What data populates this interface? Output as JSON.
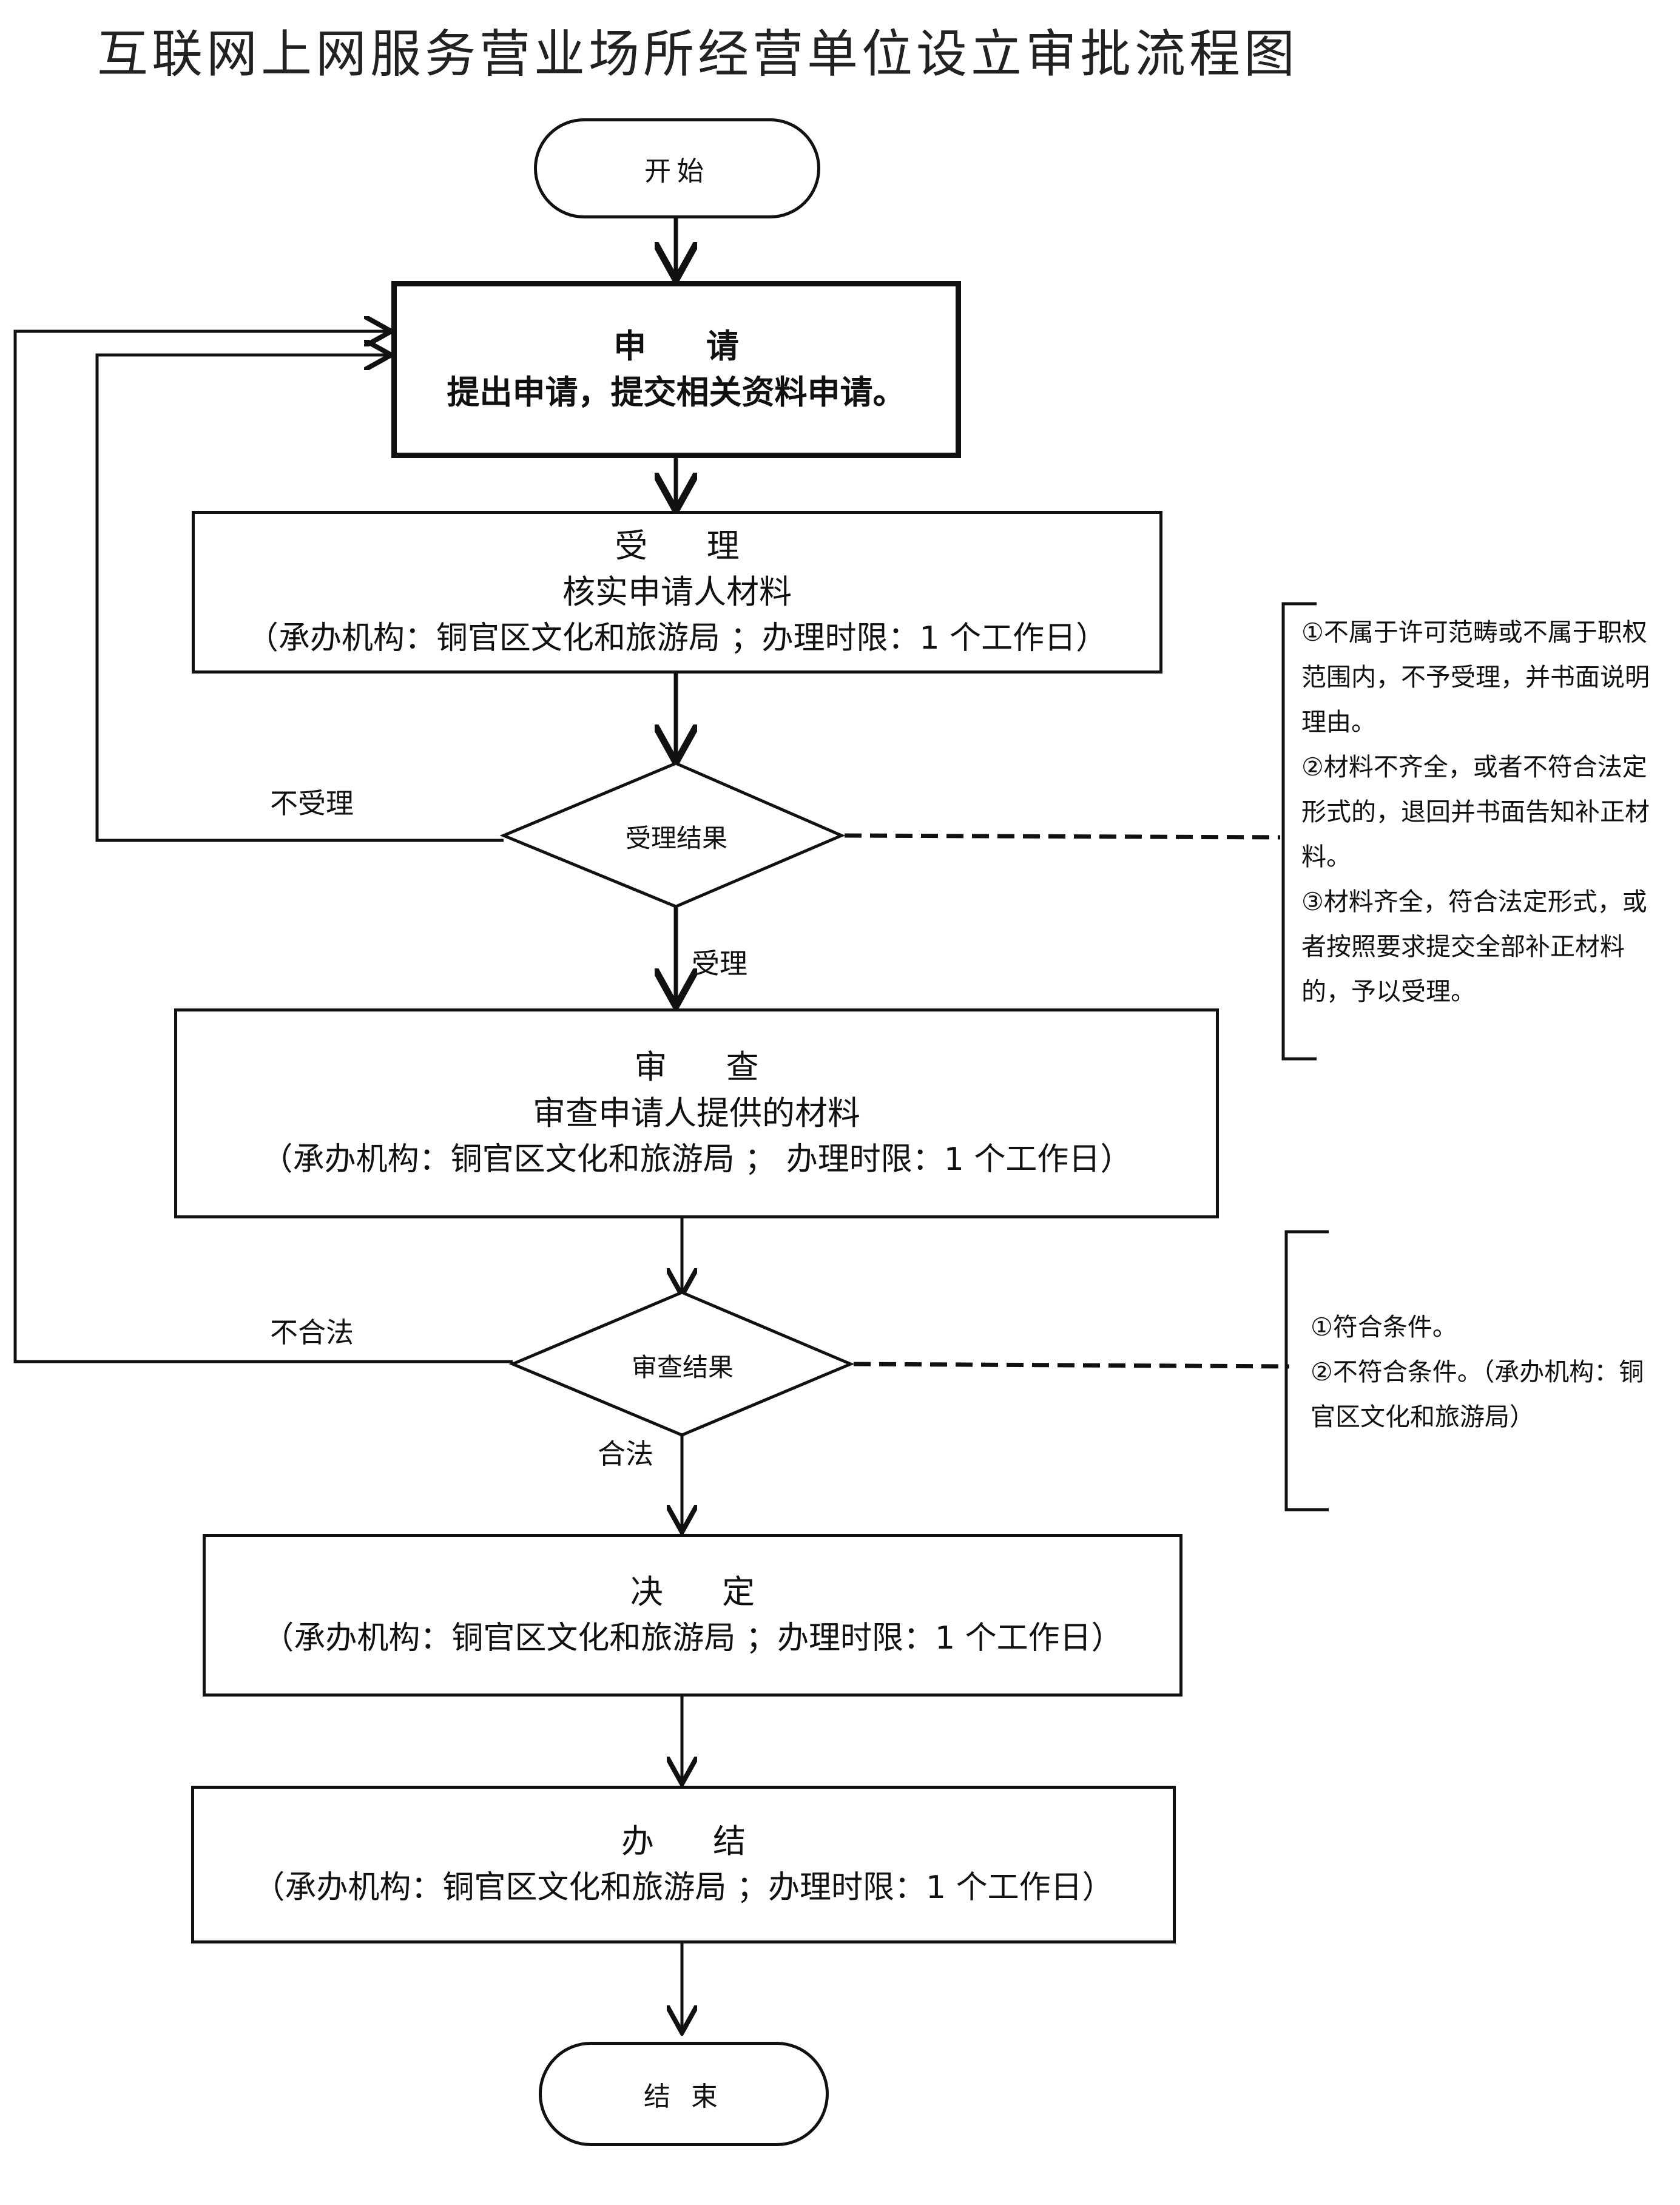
{
  "title": "互联网上网服务营业场所经营单位设立审批流程图",
  "start": "开始",
  "end": "结 束",
  "apply": {
    "title": "申 请",
    "desc": "提出申请，提交相关资料申请。"
  },
  "accept": {
    "title": "受 理",
    "desc": "核实申请人材料",
    "org": "（承办机构：铜官区文化和旅游局 ；办理时限：1 个工作日）"
  },
  "accept_result": {
    "label": "受理结果",
    "reject": "不受理",
    "pass": "受理"
  },
  "accept_note": [
    "①不属于许可范畴或不属于职权范围内，不予受理，并书面说明理由。",
    "②材料不齐全，或者不符合法定形式的，退回并书面告知补正材料。",
    "③材料齐全，符合法定形式，或者按照要求提交全部补正材料的，予以受理。"
  ],
  "review": {
    "title": "审 查",
    "desc": "审查申请人提供的材料",
    "org": "（承办机构：铜官区文化和旅游局 ； 办理时限：1 个工作日）"
  },
  "review_result": {
    "label": "审查结果",
    "reject": "不合法",
    "pass": "合法"
  },
  "review_note": [
    "①符合条件。",
    "②不符合条件。（承办机构：铜官区文化和旅游局）"
  ],
  "decide": {
    "title": "决 定",
    "org": "（承办机构：铜官区文化和旅游局 ；办理时限：1 个工作日）"
  },
  "finish": {
    "title": "办 结",
    "org": "（承办机构：铜官区文化和旅游局 ；办理时限：1 个工作日）"
  }
}
